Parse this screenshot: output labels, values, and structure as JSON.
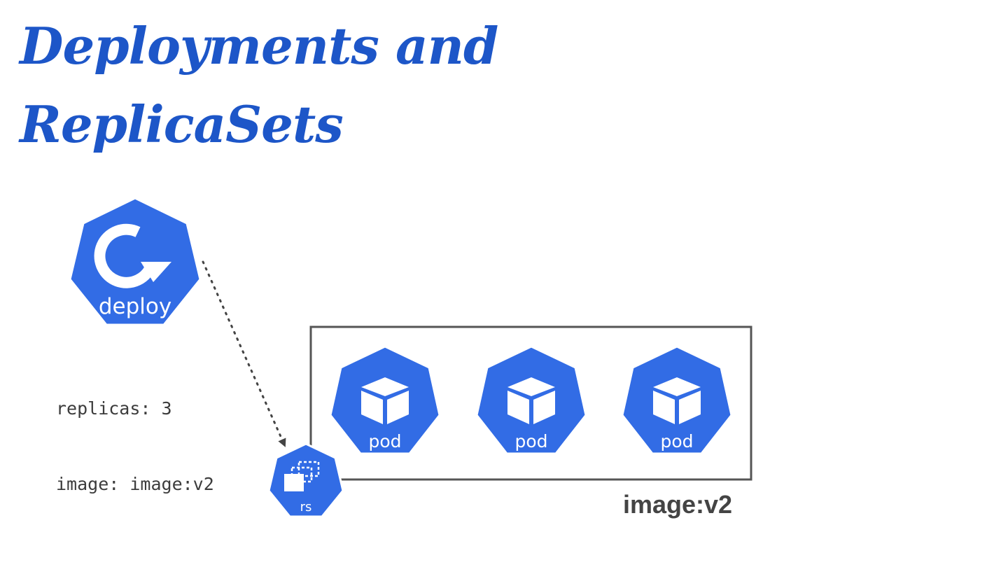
{
  "title": {
    "line1": "Deployments and",
    "line2": "ReplicaSets"
  },
  "deploy": {
    "label": "deploy",
    "icon": "rotate-arrow-icon",
    "spec_lines": [
      "replicas: 3",
      "image: image:v2"
    ]
  },
  "replicaset": {
    "label": "rs",
    "icon": "stacked-frames-icon",
    "image_label": "image:v2"
  },
  "pods": [
    {
      "label": "pod",
      "icon": "cube-icon"
    },
    {
      "label": "pod",
      "icon": "cube-icon"
    },
    {
      "label": "pod",
      "icon": "cube-icon"
    }
  ],
  "colors": {
    "k8s_blue": "#326ce5",
    "title_blue": "#1d56c8",
    "frame": "#555555",
    "text": "#3c3c3c"
  }
}
